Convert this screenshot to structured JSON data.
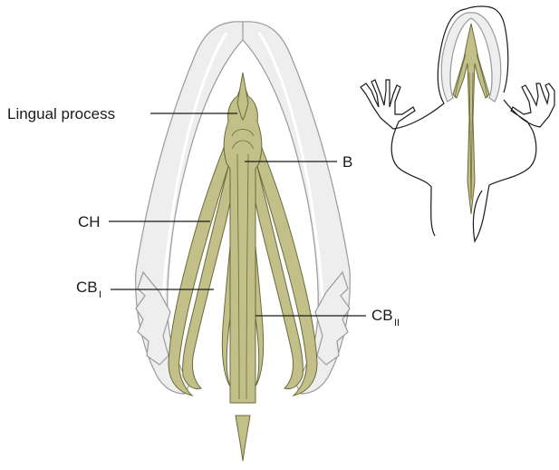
{
  "colors": {
    "bone_fill": "#eeeeee",
    "bone_stroke": "#9a9a9a",
    "cartilage_fill": "#c2c088",
    "cartilage_stroke": "#6b6a3c",
    "leader": "#1a1a1a",
    "outline": "#1a1a1a"
  },
  "labels": {
    "lingual_process": "Lingual process",
    "b": "B",
    "ch": "CH",
    "cb1_main": "CB",
    "cb1_sub": "I",
    "cb2_main": "CB",
    "cb2_sub": "II"
  },
  "inset": {
    "subject": "frog-silhouette-with-hyoid"
  }
}
